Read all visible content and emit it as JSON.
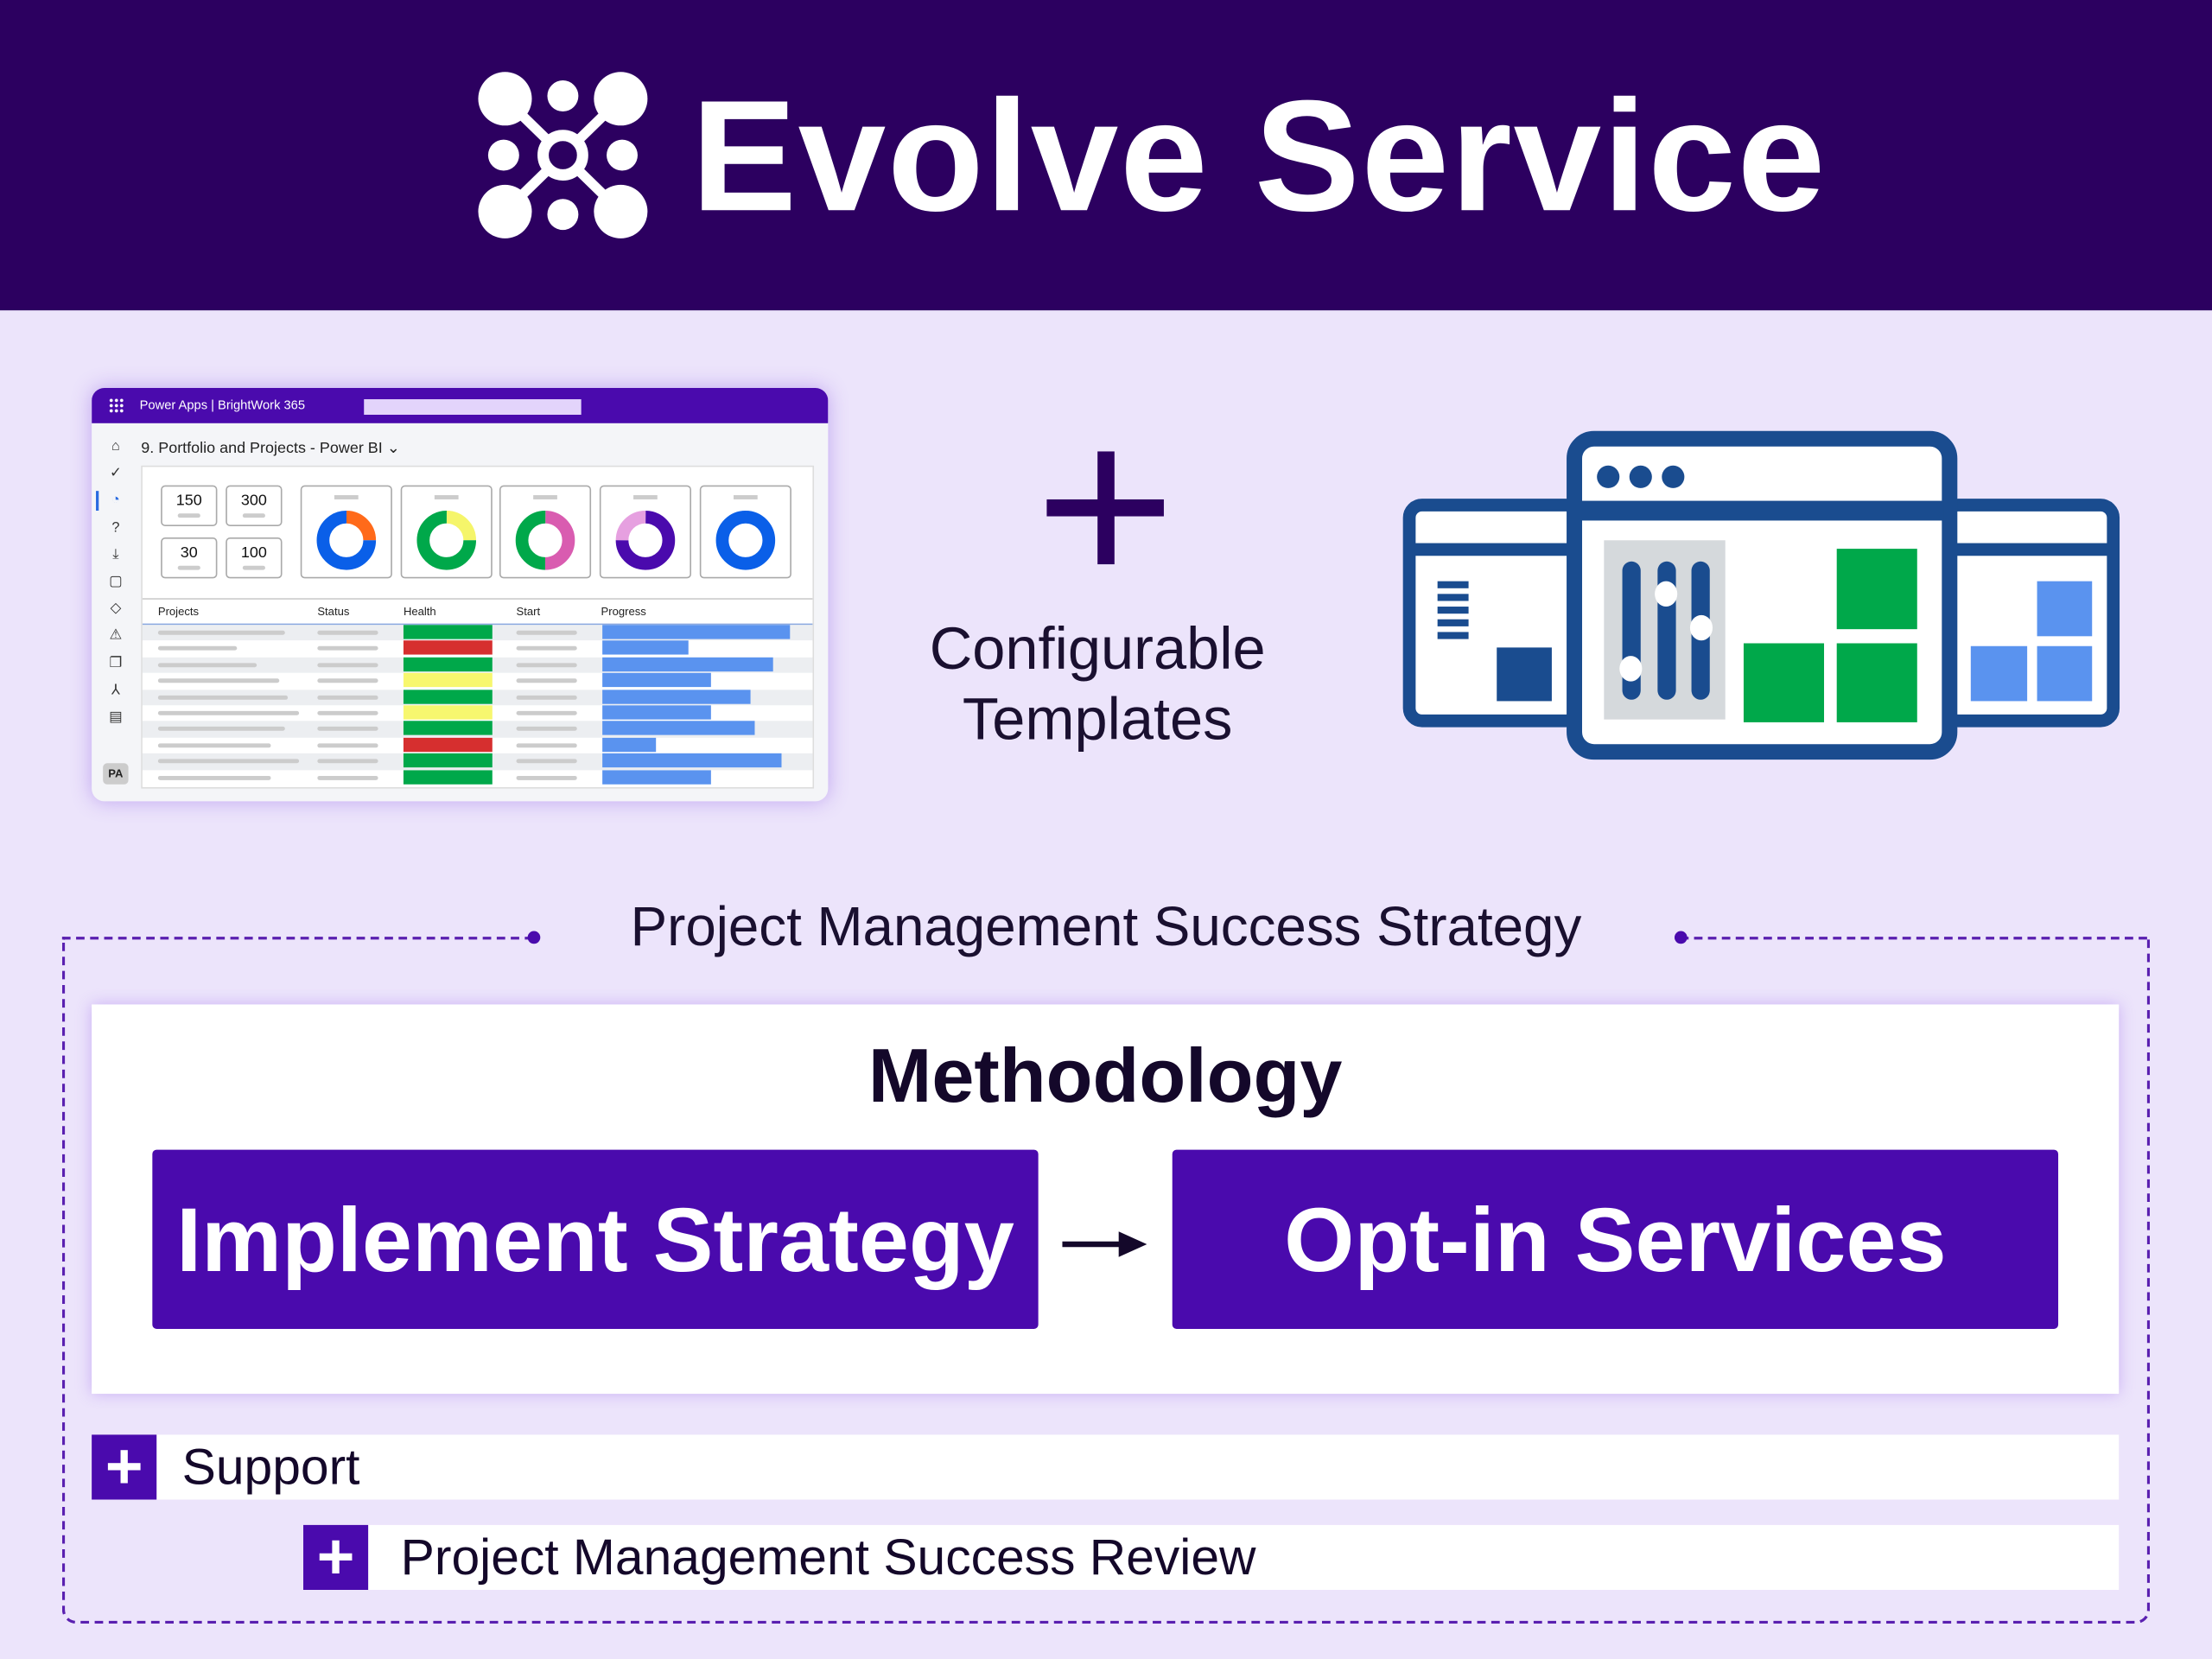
{
  "header": {
    "title": "Evolve Service",
    "logo_icon": "network-nodes-icon",
    "background": "#2c0060"
  },
  "dashboard": {
    "app_title": "Power Apps | BrightWork 365",
    "breadcrumb": "9. Portfolio and Projects - Power BI",
    "sidebar_icons": [
      "home-icon",
      "check-circle-icon",
      "pie-chart-icon",
      "help-icon",
      "download-icon",
      "clipboard-icon",
      "diamond-icon",
      "warning-icon",
      "copy-icon",
      "hierarchy-icon",
      "report-icon"
    ],
    "avatar": "PA",
    "kpis": [
      "150",
      "300",
      "30",
      "100"
    ],
    "donuts": [
      {
        "segments": [
          {
            "color": "#ff6a1a",
            "value": 25
          },
          {
            "color": "#0a5fe8",
            "value": 75
          }
        ]
      },
      {
        "segments": [
          {
            "color": "#f5f56a",
            "value": 25
          },
          {
            "color": "#00a84a",
            "value": 75
          }
        ]
      },
      {
        "segments": [
          {
            "color": "#d95cb0",
            "value": 50
          },
          {
            "color": "#00a84a",
            "value": 50
          }
        ]
      },
      {
        "segments": [
          {
            "color": "#4a0aad",
            "value": 75
          },
          {
            "color": "#e6a0e0",
            "value": 25
          }
        ]
      },
      {
        "segments": [
          {
            "color": "#0a5fe8",
            "value": 100
          }
        ]
      }
    ],
    "columns": [
      "Projects",
      "Status",
      "Health",
      "Start",
      "Progress"
    ],
    "rows": [
      {
        "health": "#00a84a",
        "progress": 90
      },
      {
        "health": "#d62f2f",
        "progress": 41
      },
      {
        "health": "#00a84a",
        "progress": 82
      },
      {
        "health": "#f7f76e",
        "progress": 52
      },
      {
        "health": "#00a84a",
        "progress": 71
      },
      {
        "health": "#f7f76e",
        "progress": 52
      },
      {
        "health": "#00a84a",
        "progress": 73
      },
      {
        "health": "#d62f2f",
        "progress": 26
      },
      {
        "health": "#00a84a",
        "progress": 86
      },
      {
        "health": "#00a84a",
        "progress": 52
      }
    ]
  },
  "templates": {
    "line1": "Configurable",
    "line2": "Templates"
  },
  "strategy": {
    "title": "Project Management Success Strategy",
    "methodology": {
      "title": "Methodology",
      "step1": "Implement Strategy",
      "step2": "Opt-in Services"
    },
    "support": "Support",
    "review": "Project Management Success Review",
    "plus": "+"
  },
  "colors": {
    "accent": "#4a0aad",
    "dark": "#2c0060",
    "background": "#ece4fb",
    "illustration_blue": "#1a4c8f",
    "green": "#00a84a",
    "light_blue": "#5a93ef"
  }
}
